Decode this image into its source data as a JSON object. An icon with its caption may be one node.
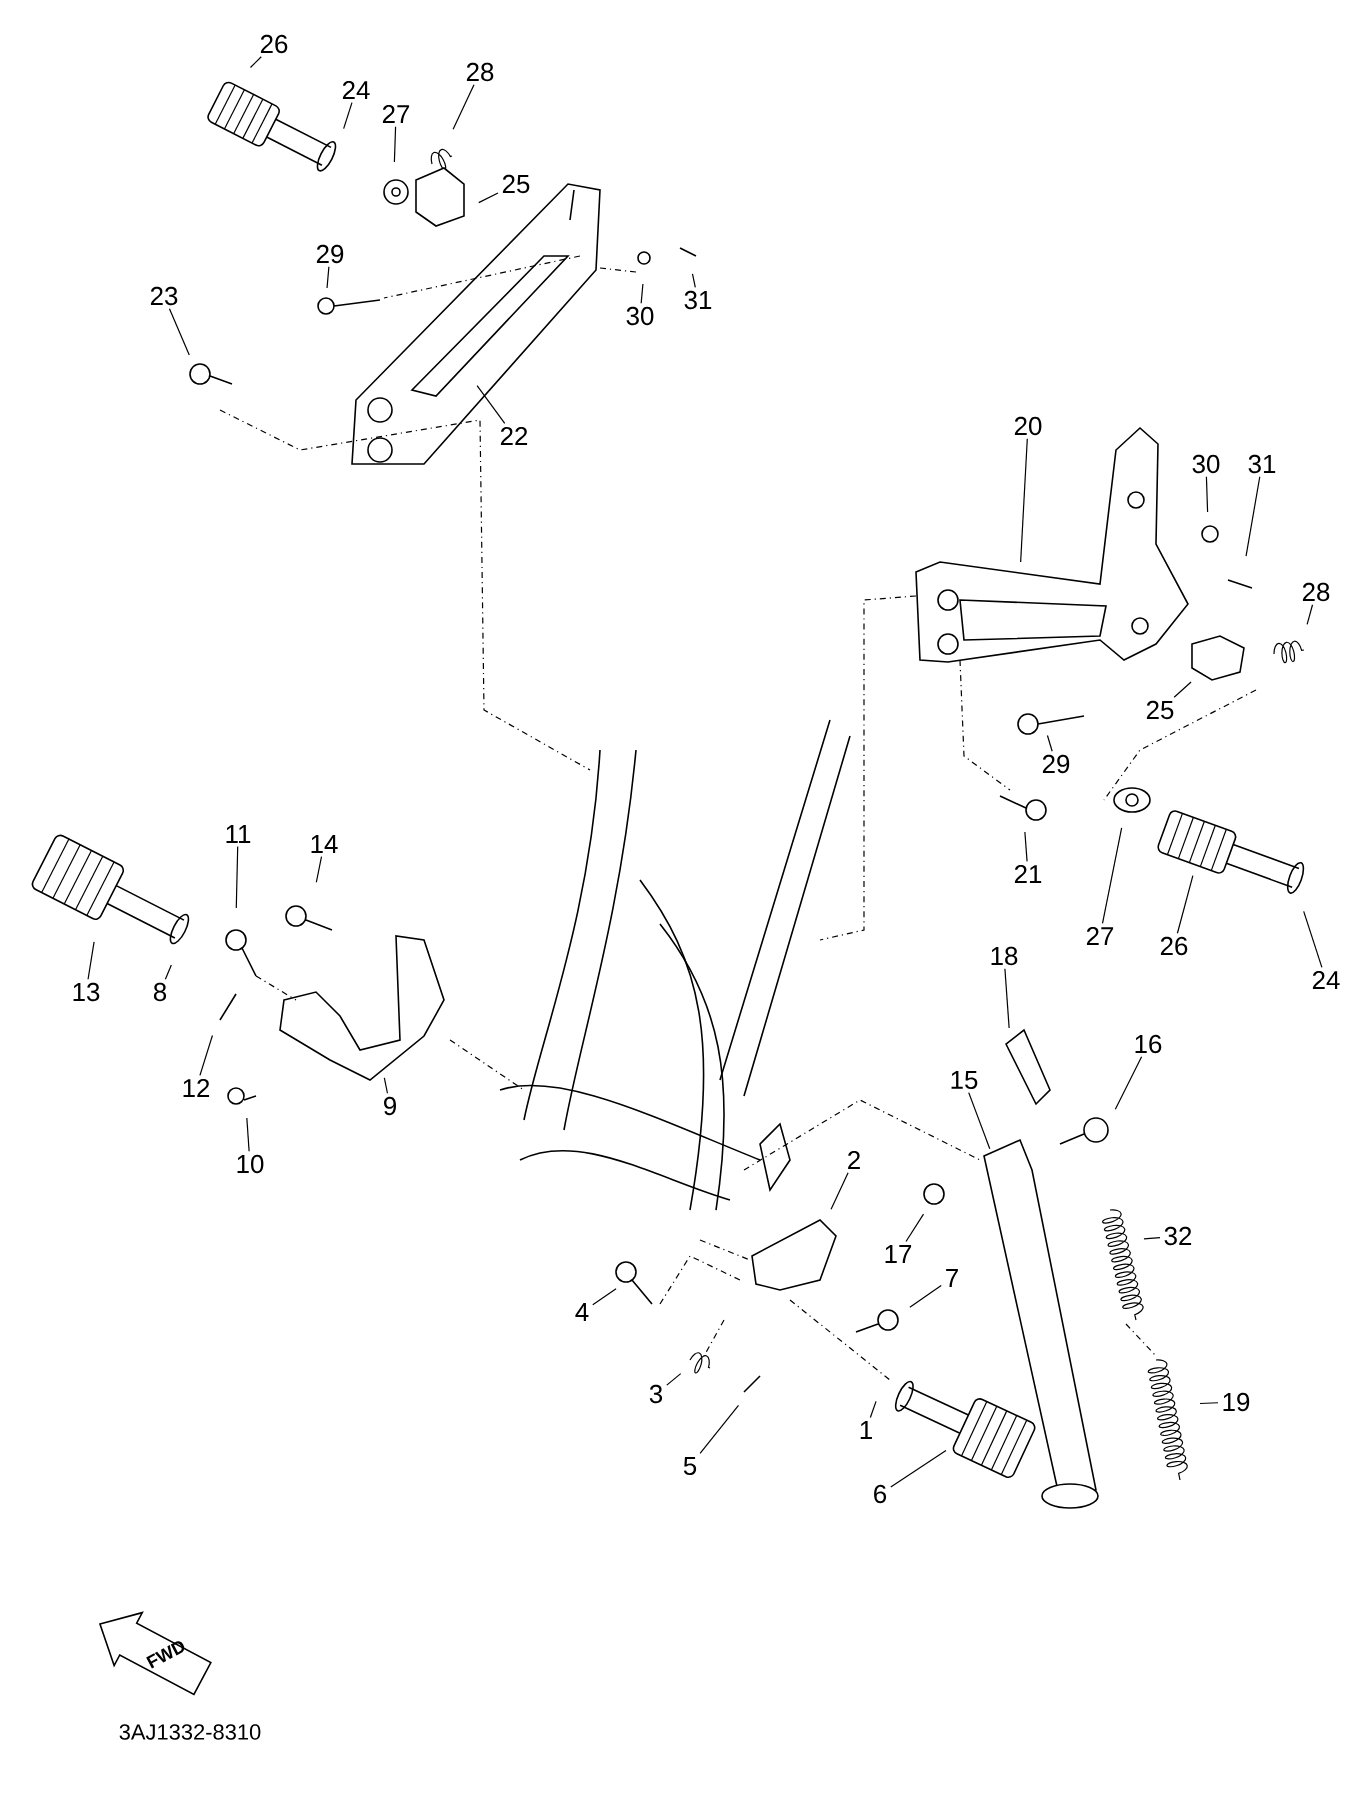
{
  "diagram": {
    "nodes": [
      {
        "text": [
          "26"
        ]
      },
      {
        "text": [
          "24"
        ]
      },
      {
        "text": [
          "27"
        ]
      },
      {
        "text": [
          "28"
        ]
      },
      {
        "text": [
          "25"
        ]
      },
      {
        "text": [
          "29"
        ]
      },
      {
        "text": [
          "30"
        ]
      },
      {
        "text": [
          "31"
        ]
      },
      {
        "text": [
          "23"
        ]
      },
      {
        "text": [
          "22"
        ]
      },
      {
        "text": [
          "20"
        ]
      },
      {
        "text": [
          "30"
        ]
      },
      {
        "text": [
          "31"
        ]
      },
      {
        "text": [
          "28"
        ]
      },
      {
        "text": [
          "25"
        ]
      },
      {
        "text": [
          "29"
        ]
      },
      {
        "text": [
          "21"
        ]
      },
      {
        "text": [
          "27"
        ]
      },
      {
        "text": [
          "26"
        ]
      },
      {
        "text": [
          "24"
        ]
      },
      {
        "text": [
          "11"
        ]
      },
      {
        "text": [
          "14"
        ]
      },
      {
        "text": [
          "13"
        ]
      },
      {
        "text": [
          "8"
        ]
      },
      {
        "text": [
          "12"
        ]
      },
      {
        "text": [
          "10"
        ]
      },
      {
        "text": [
          "9"
        ]
      },
      {
        "text": [
          "18"
        ]
      },
      {
        "text": [
          "15"
        ]
      },
      {
        "text": [
          "16"
        ]
      },
      {
        "text": [
          "2"
        ]
      },
      {
        "text": [
          "17"
        ]
      },
      {
        "text": [
          "7"
        ]
      },
      {
        "text": [
          "4"
        ]
      },
      {
        "text": [
          "32"
        ]
      },
      {
        "text": [
          "3"
        ]
      },
      {
        "text": [
          "19"
        ]
      },
      {
        "text": [
          "5"
        ]
      },
      {
        "text": [
          "1"
        ]
      },
      {
        "text": [
          "6"
        ]
      },
      {
        "text": [
          "FWD"
        ]
      }
    ],
    "edges": [
      {
        "from": 0,
        "to": null,
        "arrow": "none"
      },
      {
        "from": 1,
        "to": null,
        "arrow": "none"
      },
      {
        "from": 2,
        "to": null,
        "arrow": "none"
      },
      {
        "from": 3,
        "to": null,
        "arrow": "none"
      },
      {
        "from": 4,
        "to": null,
        "arrow": "none"
      },
      {
        "from": 5,
        "to": null,
        "arrow": "none"
      },
      {
        "from": 6,
        "to": null,
        "arrow": "none"
      },
      {
        "from": 7,
        "to": null,
        "arrow": "none"
      },
      {
        "from": 8,
        "to": null,
        "arrow": "none"
      },
      {
        "from": 9,
        "to": null,
        "arrow": "none"
      },
      {
        "from": 10,
        "to": null,
        "arrow": "none"
      },
      {
        "from": 11,
        "to": null,
        "arrow": "none"
      },
      {
        "from": 12,
        "to": null,
        "arrow": "none"
      },
      {
        "from": 13,
        "to": null,
        "arrow": "none"
      },
      {
        "from": 14,
        "to": null,
        "arrow": "none"
      },
      {
        "from": 15,
        "to": null,
        "arrow": "none"
      },
      {
        "from": 16,
        "to": null,
        "arrow": "none"
      },
      {
        "from": 17,
        "to": null,
        "arrow": "none"
      },
      {
        "from": 18,
        "to": null,
        "arrow": "none"
      },
      {
        "from": 19,
        "to": null,
        "arrow": "none"
      },
      {
        "from": 20,
        "to": null,
        "arrow": "none"
      },
      {
        "from": 21,
        "to": null,
        "arrow": "none"
      },
      {
        "from": 22,
        "to": null,
        "arrow": "none"
      },
      {
        "from": 23,
        "to": null,
        "arrow": "none"
      },
      {
        "from": 24,
        "to": null,
        "arrow": "none"
      },
      {
        "from": 25,
        "to": null,
        "arrow": "none"
      },
      {
        "from": 26,
        "to": null,
        "arrow": "none"
      },
      {
        "from": 27,
        "to": null,
        "arrow": "none"
      },
      {
        "from": 28,
        "to": null,
        "arrow": "none"
      },
      {
        "from": 29,
        "to": null,
        "arrow": "none"
      },
      {
        "from": 30,
        "to": null,
        "arrow": "none"
      },
      {
        "from": 31,
        "to": null,
        "arrow": "none"
      },
      {
        "from": 32,
        "to": null,
        "arrow": "none"
      },
      {
        "from": 33,
        "to": null,
        "arrow": "none"
      },
      {
        "from": 34,
        "to": null,
        "arrow": "none"
      },
      {
        "from": 35,
        "to": null,
        "arrow": "none"
      },
      {
        "from": 36,
        "to": null,
        "arrow": "none"
      },
      {
        "from": 37,
        "to": null,
        "arrow": "none"
      },
      {
        "from": 38,
        "to": null,
        "arrow": "none"
      },
      {
        "from": 39,
        "to": null,
        "arrow": "none"
      }
    ],
    "labels": [
      "3AJ1332-8310"
    ]
  }
}
